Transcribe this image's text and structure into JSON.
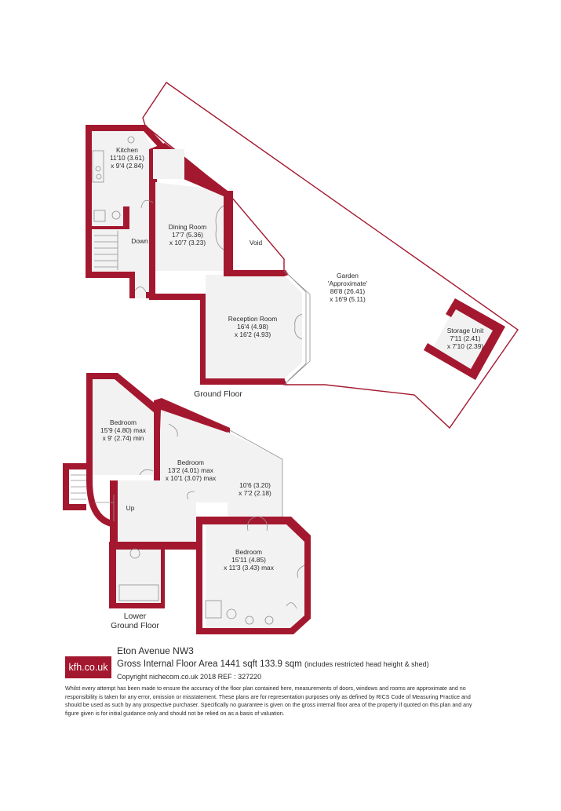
{
  "colors": {
    "wall": "#a4182f",
    "floor": "#f3f2f2",
    "text": "#2b2b2b"
  },
  "floors": {
    "ground": "Ground Floor",
    "lower_line1": "Lower",
    "lower_line2": "Ground Floor"
  },
  "rooms": {
    "kitchen": {
      "name": "Kitchen",
      "dim1": "11'10 (3.61)",
      "dim2": "x 9'4 (2.84)"
    },
    "dining": {
      "name": "Dining Room",
      "dim1": "17'7 (5.36)",
      "dim2": "x 10'7 (3.23)"
    },
    "void": {
      "name": "Void"
    },
    "reception": {
      "name": "Reception Room",
      "dim1": "16'4 (4.98)",
      "dim2": "x 16'2 (4.93)"
    },
    "garden": {
      "name": "Garden",
      "note": "'Approximate'",
      "dim1": "86'8 (26.41)",
      "dim2": "x 16'9 (5.11)"
    },
    "storage": {
      "name": "Storage Unit",
      "dim1": "7'11 (2.41)",
      "dim2": "x 7'10 (2.39)"
    },
    "bedroom1": {
      "name": "Bedroom",
      "dim1": "15'9 (4.80) max",
      "dim2": "x 9' (2.74) min"
    },
    "bedroom2": {
      "name": "Bedroom",
      "dim1": "13'2 (4.01) max",
      "dim2": "x 10'1 (3.07) max"
    },
    "unnamed": {
      "dim1": "10'6 (3.20)",
      "dim2": "x 7'2 (2.18)"
    },
    "bedroom3": {
      "name": "Bedroom",
      "dim1": "15'11 (4.85)",
      "dim2": "x 11'3 (3.43) max"
    }
  },
  "stairs": {
    "down": "Down",
    "up": "Up"
  },
  "footer": {
    "logo": "kfh.co.uk",
    "address": "Eton Avenue  NW3",
    "area": "Gross Internal Floor Area 1441 sqft 133.9 sqm",
    "area_note": "(includes restricted head height & shed)",
    "copyright": "Copyright nichecom.co.uk 2018 REF : 327220",
    "disclaimer": "Whilst every attempt has been made to ensure the accuracy of the floor plan contained here, measurements of doors, windows and rooms are approximate and no responsibility is taken for any error, omission or misstatement. These plans are for representation purposes only as defined by RICS Code of Measuring Practice and should be used as such by any prospective purchaser. Specifically no guarantee is given on the gross internal floor area of the property if quoted on this plan and any figure given is for initial guidance only and should not be relied on as a basis of valuation."
  }
}
